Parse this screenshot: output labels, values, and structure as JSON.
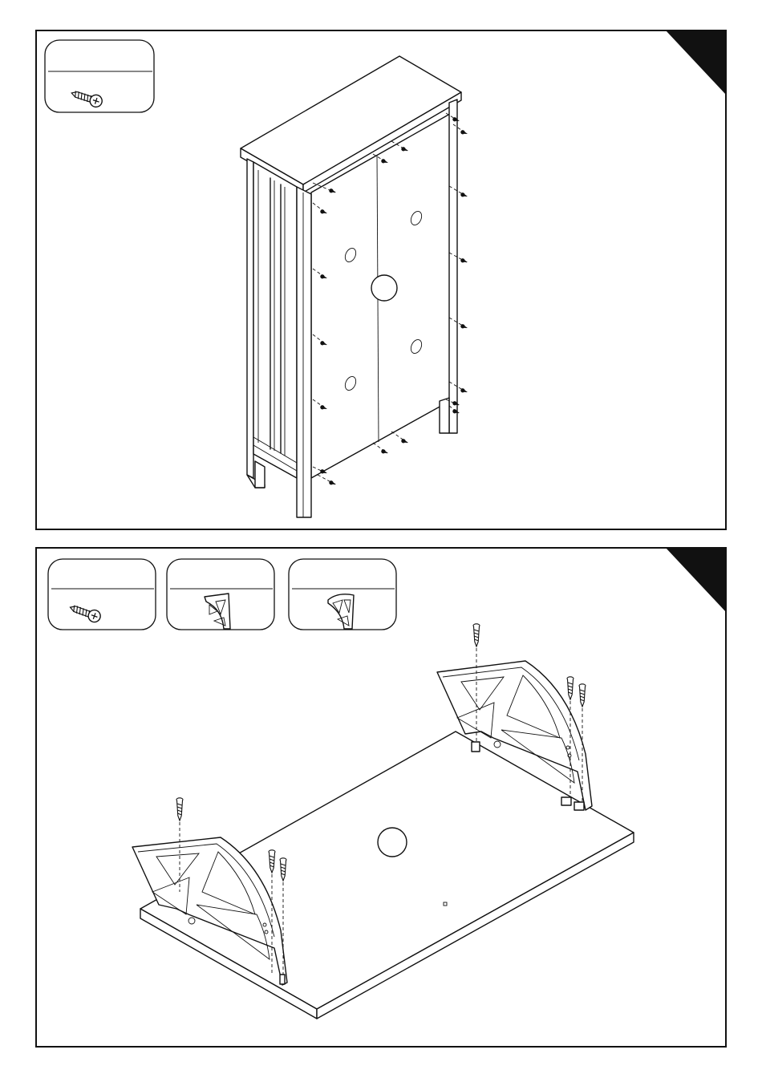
{
  "steps": [
    {
      "name": "step-1",
      "hardware": [
        {
          "part": "screw",
          "icon": "screw-icon",
          "quantity_label": ""
        }
      ],
      "illustration": "cabinet-back-panel-screws"
    },
    {
      "name": "step-2",
      "hardware": [
        {
          "part": "screw",
          "icon": "screw-icon",
          "quantity_label": ""
        },
        {
          "part": "left-lift-mechanism",
          "icon": "lift-mechanism-icon",
          "quantity_label": ""
        },
        {
          "part": "right-lift-mechanism",
          "icon": "lift-mechanism-icon",
          "quantity_label": ""
        }
      ],
      "illustration": "panel-lift-mechanism-attachment"
    }
  ],
  "colors": {
    "line": "#111111",
    "background": "#ffffff",
    "corner_tab": "#111111"
  }
}
